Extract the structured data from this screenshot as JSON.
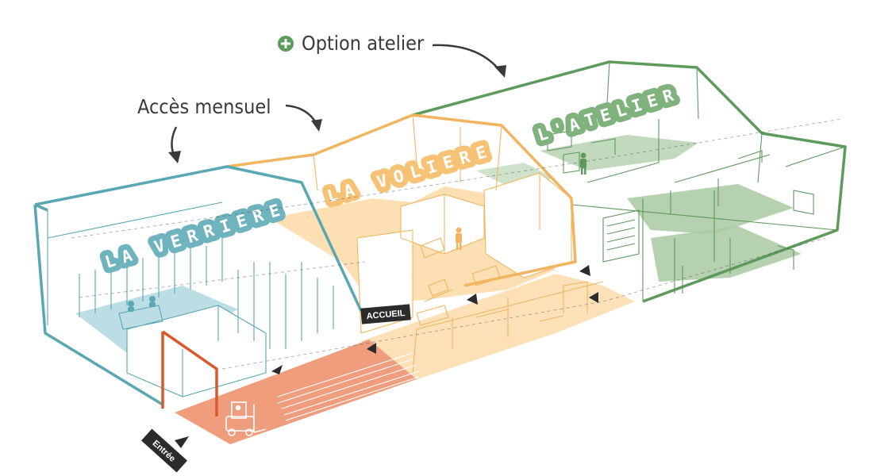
{
  "annotations": {
    "option_atelier": "Option atelier",
    "acces_mensuel": "Accès mensuel"
  },
  "zones": {
    "verriere": "LA VERRIERE",
    "voliere": "LA VOLIERE",
    "atelier": "L'ATELIER"
  },
  "tags": {
    "accueil": "ACCUEIL",
    "entree": "Entrée"
  },
  "colors": {
    "verriere": "#59a7b3",
    "verriere_fill": "#bcdde3",
    "voliere": "#f2b55f",
    "voliere_fill": "#fbd9a6",
    "atelier": "#5e9a5c",
    "atelier_fill": "#a8c9a2",
    "entree": "#d9592b",
    "entree_fill": "#ef9d7d",
    "text": "#3a3a3a",
    "tag_bg": "#2b2b2b"
  }
}
